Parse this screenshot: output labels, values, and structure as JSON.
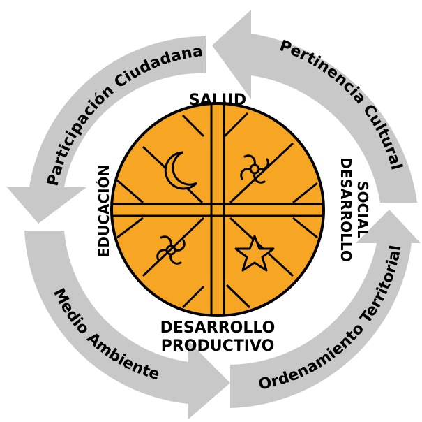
{
  "colors": {
    "arrow_fill": "#c8c8c8",
    "circle_fill": "#f6a623",
    "stroke": "#000000",
    "background": "#ffffff"
  },
  "arrows": {
    "top_left": "Participación Ciudadana",
    "top_right": "Pertinencia Cultural",
    "bottom_right": "Ordenamiento Territorial",
    "bottom_left": "Medio Ambiente"
  },
  "labels": {
    "top": "SALUD",
    "left": "EDUCACIÓN",
    "right_line1": "DESARROLLO",
    "right_line2": "SOCIAL",
    "bottom_line1": "DESARROLLO",
    "bottom_line2": "PRODUCTIVO"
  },
  "icons": {
    "top_left": "crescent-moon-icon",
    "top_right": "spiral-sun-icon",
    "bottom_left": "spiral-sun-icon",
    "bottom_right": "star-icon"
  }
}
